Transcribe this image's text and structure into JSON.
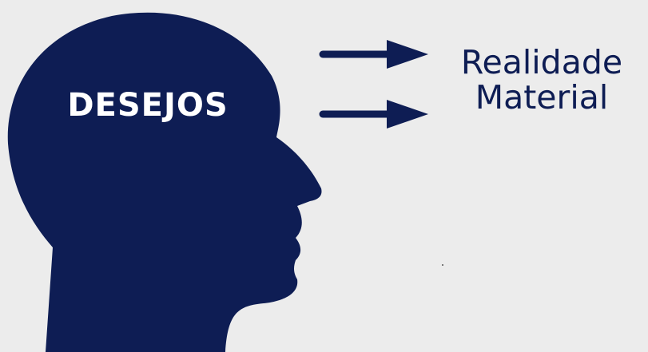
{
  "diagram": {
    "head_label": "DESEJOS",
    "target_label_line1": "Realidade",
    "target_label_line2": "Material",
    "icons": [
      "head-silhouette-icon",
      "arrow-right-icon",
      "arrow-right-icon"
    ],
    "colors": {
      "background": "#ececec",
      "silhouette": "#0e1d54",
      "label_on_head": "#ffffff",
      "target_text": "#0e1d54"
    }
  }
}
